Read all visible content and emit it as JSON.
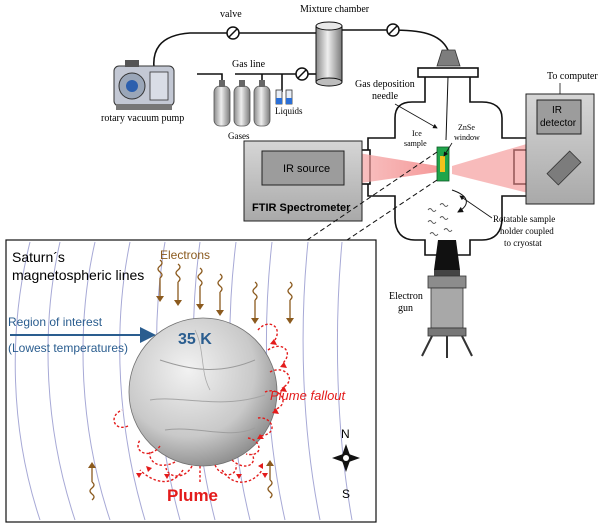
{
  "apparatus": {
    "valve_label": "valve",
    "mixture_chamber_label": "Mixture chamber",
    "gas_line_label": "Gas line",
    "rotary_pump_label": "rotary vacuum pump",
    "gases_label": "Gases",
    "liquids_label": "Liquids",
    "gas_deposition_label_1": "Gas deposition",
    "gas_deposition_label_2": "needle",
    "to_computer_label": "To computer",
    "ir_detector_label_1": "IR",
    "ir_detector_label_2": "detector",
    "ice_sample_label_1": "Ice",
    "ice_sample_label_2": "sample",
    "znse_window_label_1": "ZnSe",
    "znse_window_label_2": "window",
    "ir_source_label": "IR source",
    "ftir_label": "FTIR Spectrometer",
    "holder_label_1": "Rotatable sample",
    "holder_label_2": "holder coupled",
    "holder_label_3": "to cryostat",
    "electron_gun_label_1": "Electron",
    "electron_gun_label_2": "gun"
  },
  "inset": {
    "saturn_lines_label_1": "Saturn´s",
    "saturn_lines_label_2": "magnetospheric lines",
    "electrons_label": "Electrons",
    "region_label_1": "Region of interest",
    "region_label_2": "(Lowest temperatures)",
    "temperature_label": "35 K",
    "plume_fallout_label": "Plume fallout",
    "plume_label": "Plume",
    "compass_north": "N",
    "compass_south": "S"
  },
  "colors": {
    "electron_brown": "#8b5a1e",
    "plume_red": "#e31b1b",
    "region_blue": "#2a5d8f",
    "field_line": "#a7a9d6",
    "beam_red": "#f08a8a",
    "sample_green": "#1fa54a",
    "sample_yellow": "#f2c21b"
  }
}
